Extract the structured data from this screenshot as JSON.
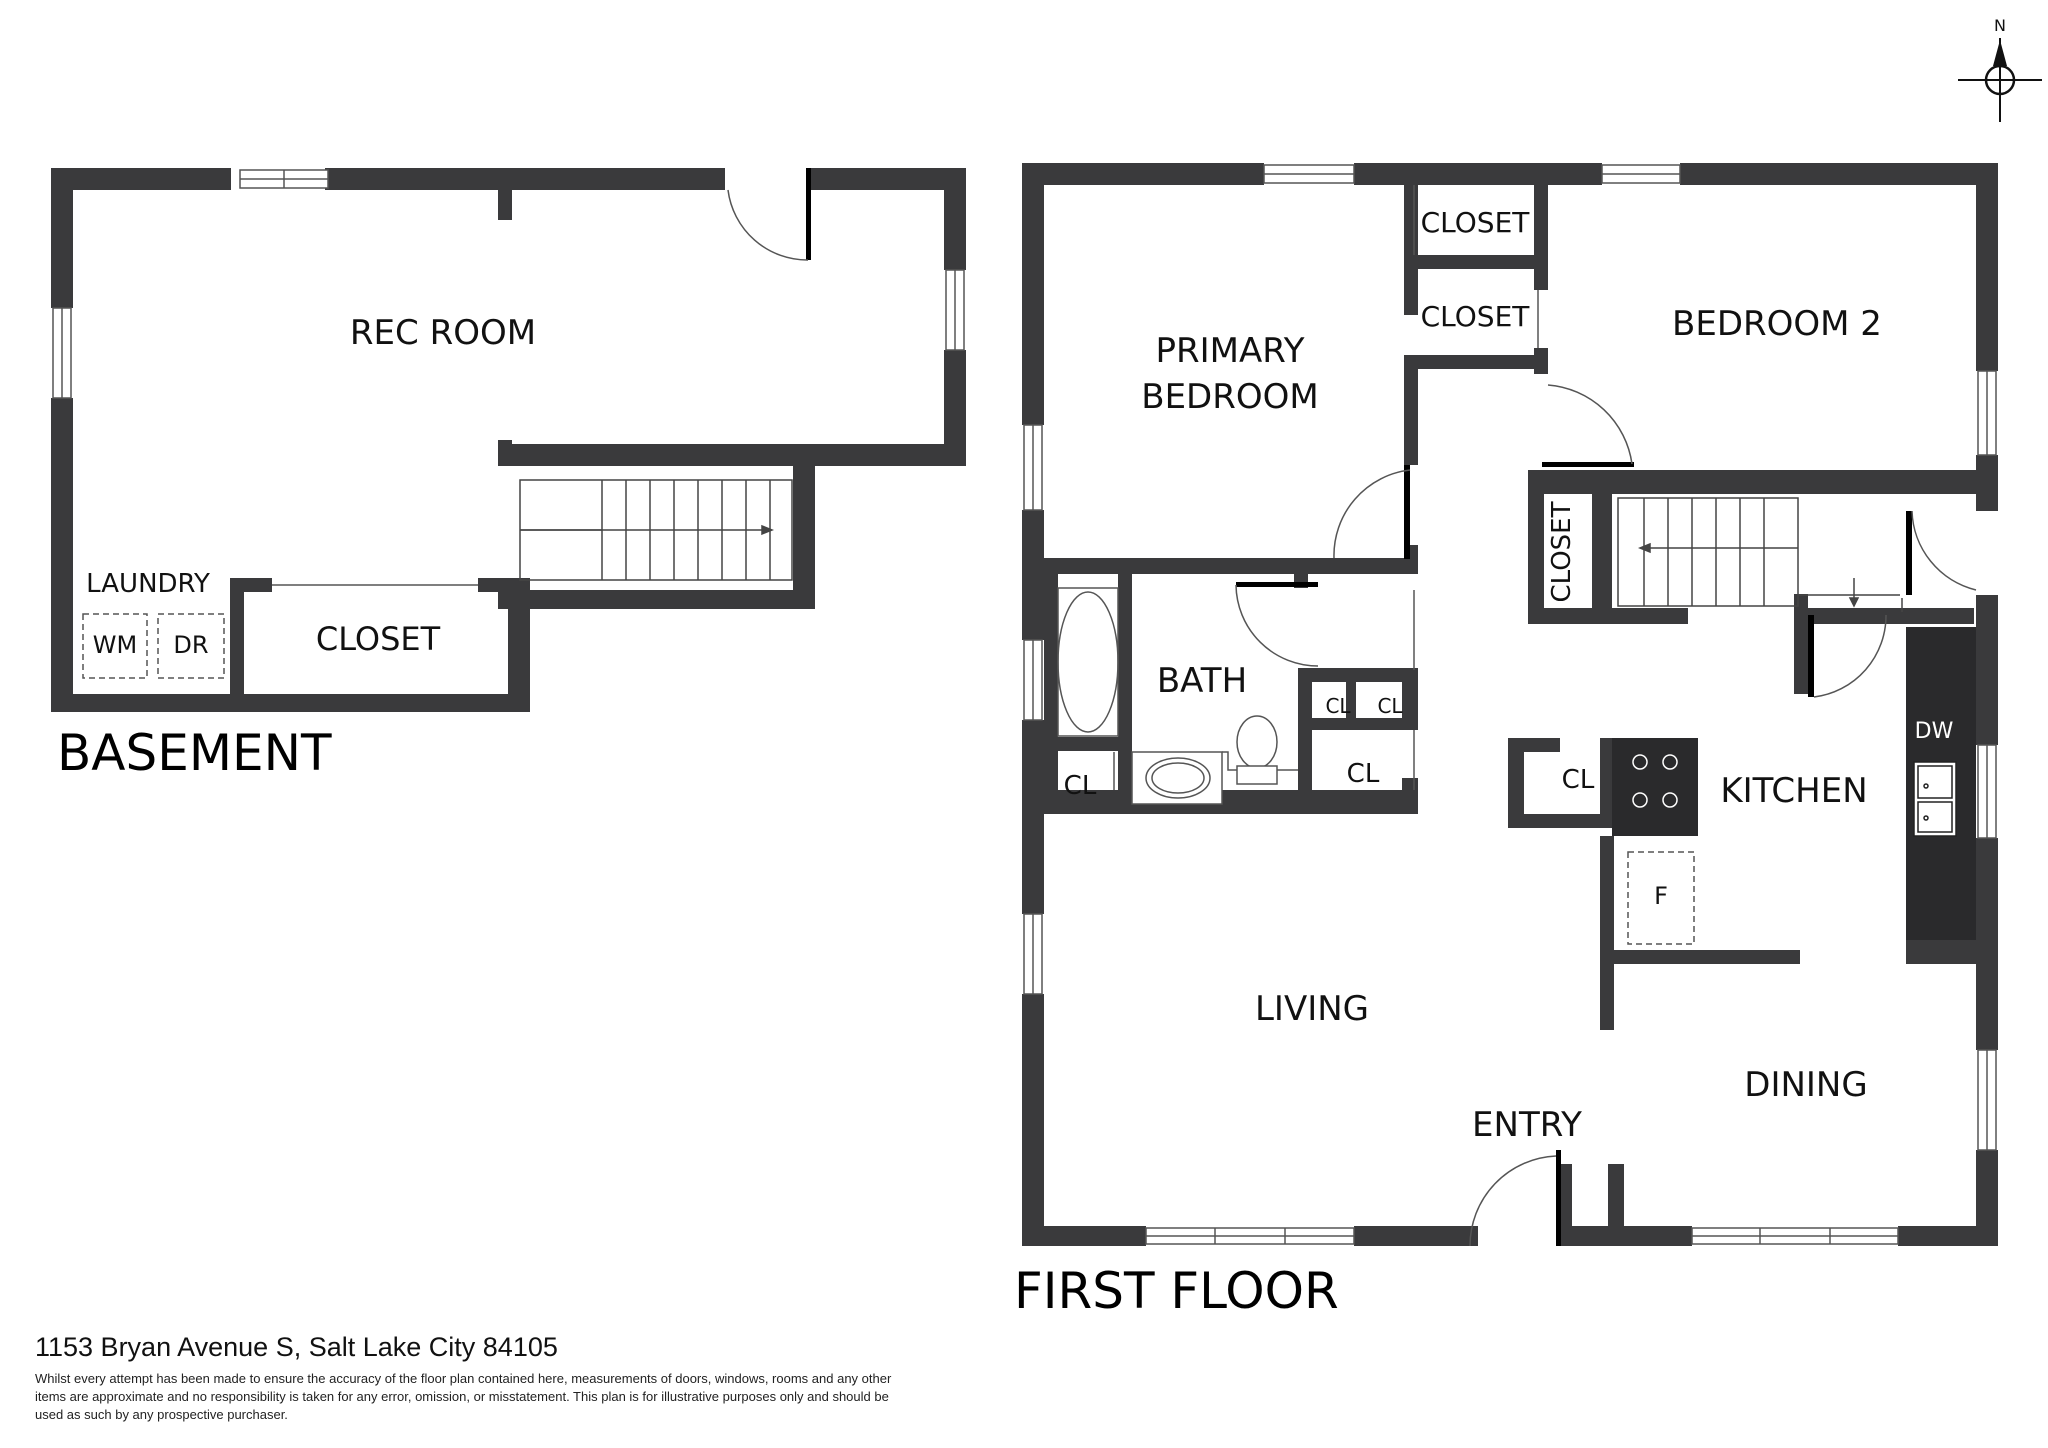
{
  "compass": {
    "label": "N"
  },
  "basement": {
    "title": "BASEMENT",
    "rooms": {
      "rec_room": "REC ROOM",
      "laundry": "LAUNDRY",
      "closet": "CLOSET"
    },
    "fixtures": {
      "washer": "WM",
      "dryer": "DR"
    }
  },
  "first_floor": {
    "title": "FIRST FLOOR",
    "rooms": {
      "primary_bedroom_line1": "PRIMARY",
      "primary_bedroom_line2": "BEDROOM",
      "closet_a": "CLOSET",
      "closet_b": "CLOSET",
      "bedroom_2": "BEDROOM 2",
      "closet_vertical": "CLOSET",
      "bath": "BATH",
      "cl_small_1": "CL",
      "cl_small_2": "CL",
      "cl_bath": "CL",
      "cl_hall": "CL",
      "cl_kitchen": "CL",
      "kitchen": "KITCHEN",
      "living": "LIVING",
      "dining": "DINING",
      "entry": "ENTRY"
    },
    "fixtures": {
      "dishwasher": "DW",
      "fridge": "F"
    }
  },
  "footer": {
    "address": "1153 Bryan Avenue S, Salt Lake City 84105",
    "disclaimer": "Whilst every attempt has been made to ensure the accuracy of the floor plan contained here, measurements of doors, windows, rooms and any other items are approximate and no responsibility is taken for any error, omission, or misstatement. This plan is for illustrative purposes only and should be used as such by any prospective purchaser."
  }
}
